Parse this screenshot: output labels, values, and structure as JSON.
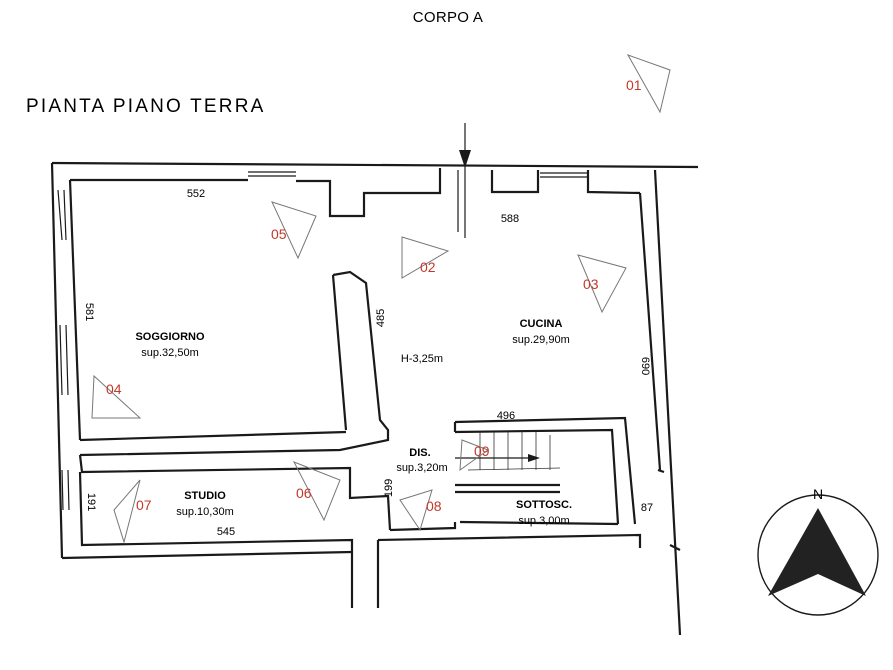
{
  "header": {
    "title": "CORPO A",
    "subtitle": "PIANTA PIANO TERRA"
  },
  "rooms": {
    "soggiorno": {
      "name": "SOGGIORNO",
      "area": "sup.32,50m"
    },
    "cucina": {
      "name": "CUCINA",
      "area": "sup.29,90m"
    },
    "dis": {
      "name": "DIS.",
      "area": "sup.3,20m"
    },
    "studio": {
      "name": "STUDIO",
      "area": "sup.10,30m"
    },
    "sottosc": {
      "name": "SOTTOSC.",
      "area": "sup.3,00m"
    }
  },
  "height_label": "H-3,25m",
  "dimensions": {
    "d552": "552",
    "d588": "588",
    "d581": "581",
    "d485": "485",
    "d690": "690",
    "d496": "496",
    "d87": "87",
    "d191": "191",
    "d545": "545",
    "d199": "199"
  },
  "photo_points": [
    "01",
    "02",
    "03",
    "04",
    "05",
    "06",
    "07",
    "08",
    "09"
  ],
  "compass": {
    "label": "N"
  },
  "colors": {
    "photo_marker": "#c0392b",
    "walls": "#1a1a1a",
    "background": "#ffffff"
  }
}
